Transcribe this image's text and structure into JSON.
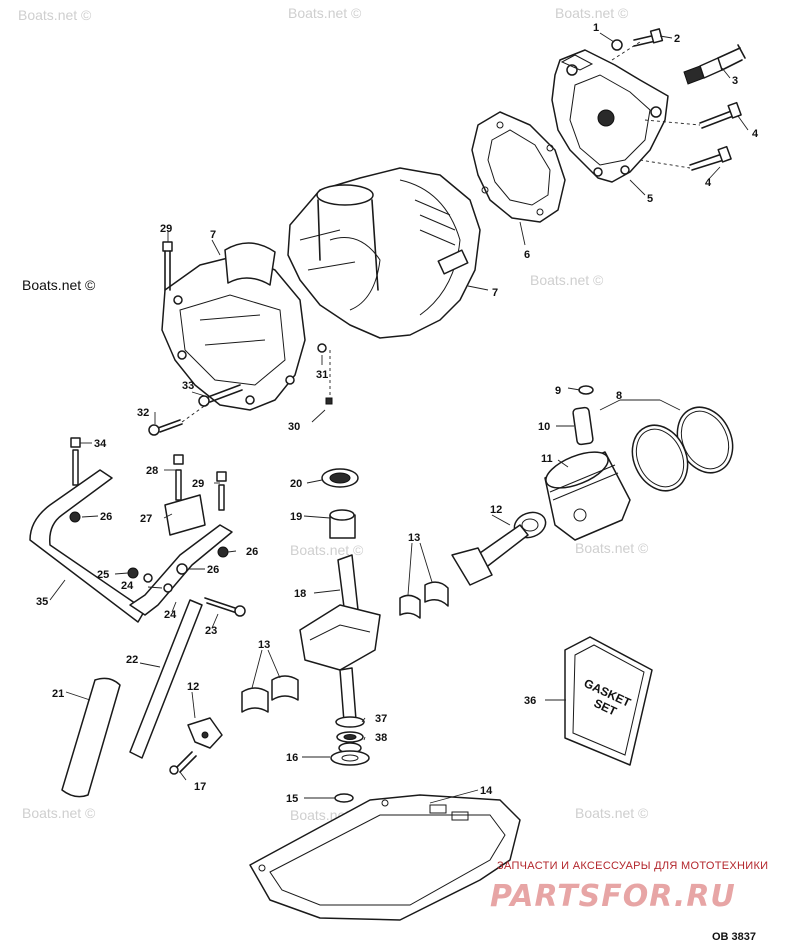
{
  "watermark": "Boats.net ©",
  "callouts": [
    "1",
    "2",
    "3",
    "4",
    "4",
    "5",
    "6",
    "7",
    "7",
    "8",
    "9",
    "10",
    "11",
    "12",
    "12",
    "13",
    "13",
    "14",
    "15",
    "16",
    "17",
    "18",
    "19",
    "20",
    "21",
    "22",
    "23",
    "24",
    "24",
    "25",
    "26",
    "26",
    "26",
    "27",
    "28",
    "29",
    "29",
    "30",
    "31",
    "32",
    "33",
    "34",
    "35",
    "36",
    "37",
    "38"
  ],
  "gasket_set_box": {
    "line1": "GASKET",
    "line2": "SET"
  },
  "brand": {
    "tagline": "ЗАПЧАСТИ И АКСЕССУАРЫ ДЛЯ МОТОТЕХНИКИ",
    "logo": "PARTSFOR.RU"
  },
  "reference": "OB 3837"
}
